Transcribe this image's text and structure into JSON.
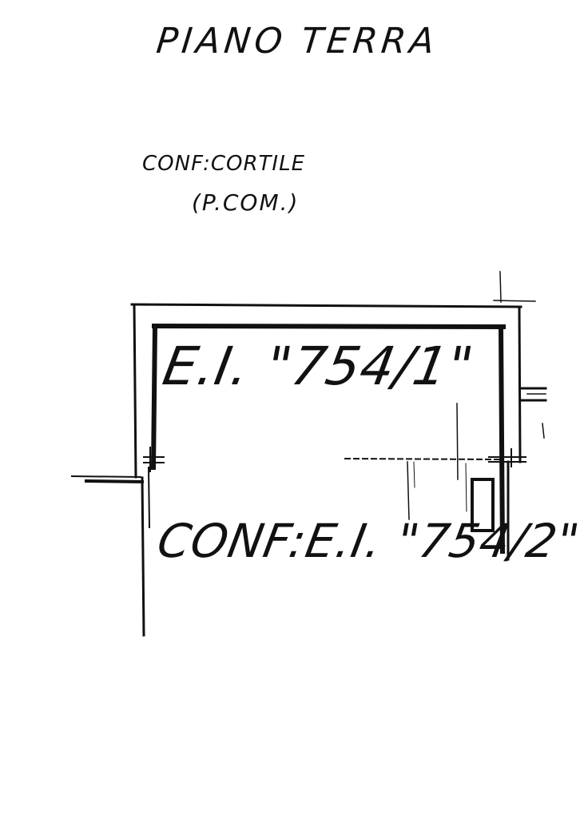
{
  "drawing": {
    "title": "PIANO TERRA",
    "boundary_north": "CONF:CORTILE",
    "boundary_north_sub": "(P.COM.)",
    "unit": "E.I. \"754/1\"",
    "boundary_south": "CONF:E.I. \"754/2\""
  },
  "colors": {
    "ink": "#111111",
    "paper": "#ffffff"
  }
}
